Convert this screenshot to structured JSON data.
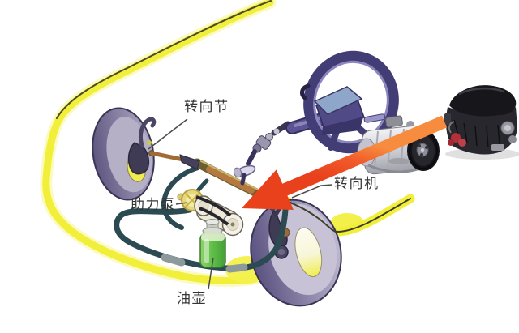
{
  "diagram": {
    "labels": {
      "steering_knuckle": "转向节",
      "steering_gear": "转向机",
      "power_steering_pump": "助力泵",
      "oil_reservoir": "油壶"
    },
    "colors": {
      "background": "#FFFFFF",
      "body_outline_yellow": "#F2EF3A",
      "annotation_arrow_orange": "#F15A29",
      "tire_purple": "#8B82A6",
      "steering_wheel_indigo": "#433D76",
      "hose_dark_teal": "#2B4A52",
      "reservoir_green": "#5BBE4A",
      "rack_olive": "#6B5E32",
      "tie_rod_copper": "#B5793F",
      "label_text": "#343434"
    }
  }
}
